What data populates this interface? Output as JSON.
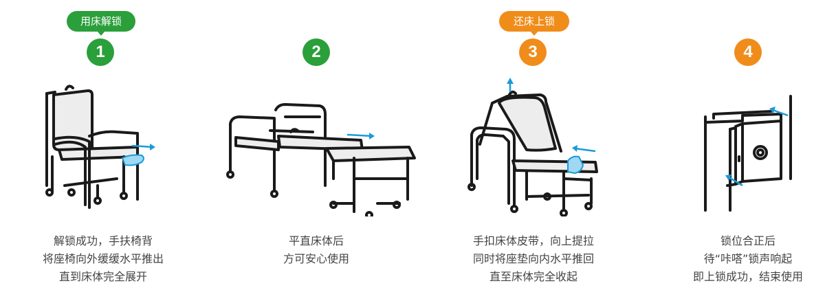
{
  "colors": {
    "green": "#2a9f3a",
    "orange": "#f08c1a",
    "arrow": "#1a9ad8",
    "line": "#1a1a1a",
    "seat": "#ededed"
  },
  "steps": [
    {
      "number": "1",
      "badge": "用床解锁",
      "color": "green",
      "lines": [
        "解锁成功，手扶椅背",
        "将座椅向外缓缓水平推出",
        "直到床体完全展开"
      ]
    },
    {
      "number": "2",
      "badge": "",
      "color": "green",
      "lines": [
        "平直床体后",
        "方可安心使用"
      ]
    },
    {
      "number": "3",
      "badge": "还床上锁",
      "color": "orange",
      "lines": [
        "手扣床体皮带，向上提拉",
        "同时将座垫向内水平推回",
        "直至床体完全收起"
      ]
    },
    {
      "number": "4",
      "badge": "",
      "color": "orange",
      "lines": [
        "锁位合正后",
        "待“咔嗒”锁声响起",
        "即上锁成功，结束使用"
      ]
    }
  ]
}
